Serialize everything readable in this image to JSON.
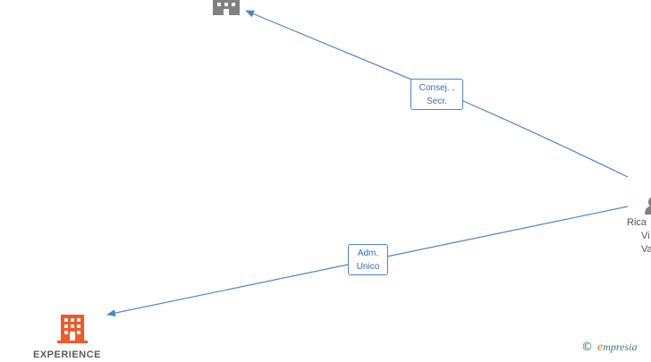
{
  "nodes": {
    "company_top": {
      "type": "company",
      "color": "#808080",
      "name": ""
    },
    "company_bottom": {
      "type": "company",
      "color": "#f05a28",
      "name": "EXPERIENCE"
    },
    "person": {
      "type": "person",
      "color": "#808080",
      "name_lines": [
        "Rica",
        "Vi",
        "Va"
      ]
    }
  },
  "edges": [
    {
      "from": "person",
      "to": "company_top",
      "label_lines": [
        "Consej. ,",
        "Secr."
      ]
    },
    {
      "from": "person",
      "to": "company_bottom",
      "label_lines": [
        "Adm.",
        "Unico"
      ]
    }
  ],
  "colors": {
    "edge": "#4a86c8",
    "label_text": "#2f6fb5"
  },
  "brand": {
    "copyright_symbol": "©",
    "first_letter": "e",
    "rest": "mpresia"
  }
}
